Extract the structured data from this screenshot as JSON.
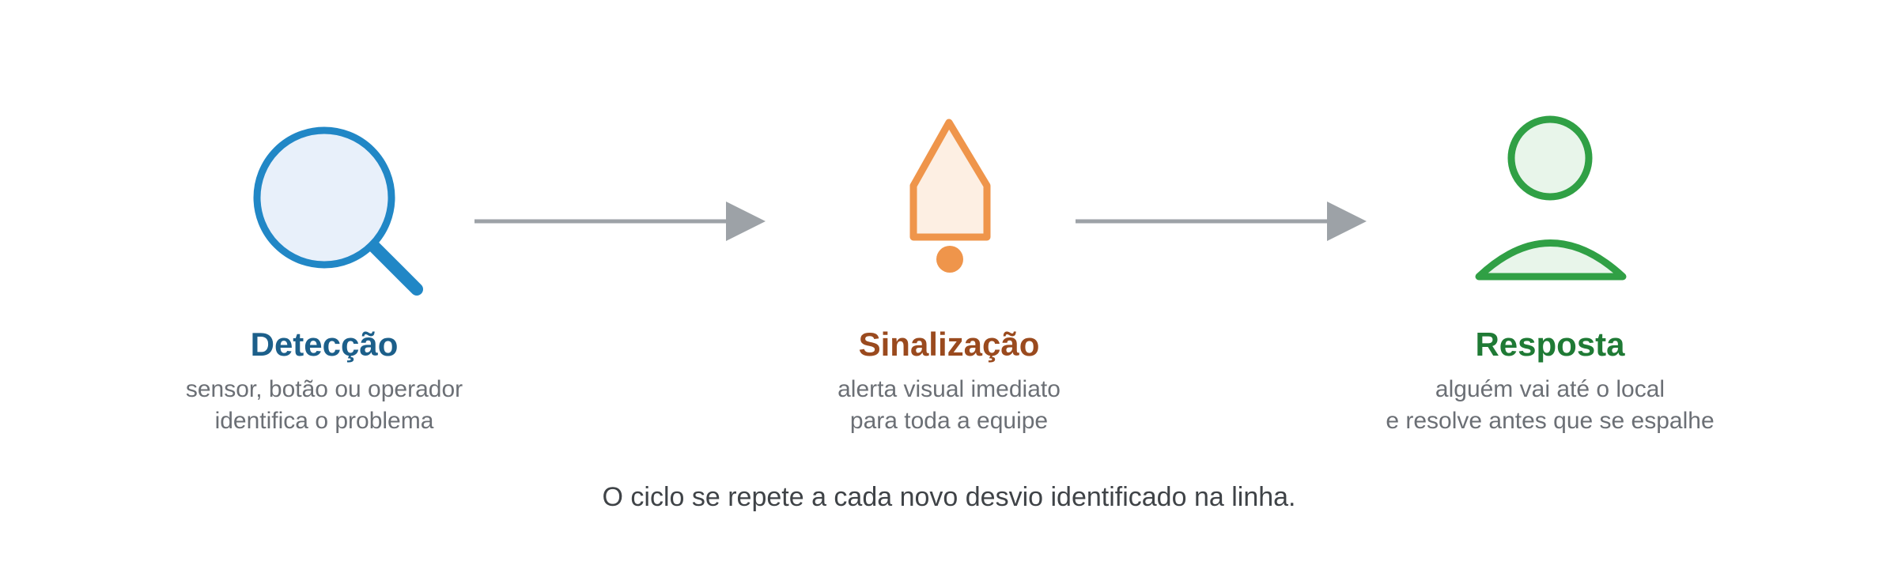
{
  "steps": [
    {
      "title": "Detecção",
      "description_lines": [
        "sensor, botão ou operador",
        "identifica o problema"
      ],
      "icon": "magnifying-glass-icon",
      "color": "#2187c6",
      "fill": "#e8f0fa",
      "title_color": "#1c5f8a"
    },
    {
      "title": "Sinalização",
      "description_lines": [
        "alerta visual imediato",
        "para toda a equipe"
      ],
      "icon": "signal-light-icon",
      "color": "#ef954b",
      "fill": "#fdefe3",
      "title_color": "#9a4a1e"
    },
    {
      "title": "Resposta",
      "description_lines": [
        "alguém vai até o local",
        "e resolve antes que se espalhe"
      ],
      "icon": "person-icon",
      "color": "#30a045",
      "fill": "#e8f5ea",
      "title_color": "#1f7a35"
    }
  ],
  "arrow_color": "#9da2a7",
  "footer": "O ciclo se repete a cada novo desvio identificado na linha."
}
